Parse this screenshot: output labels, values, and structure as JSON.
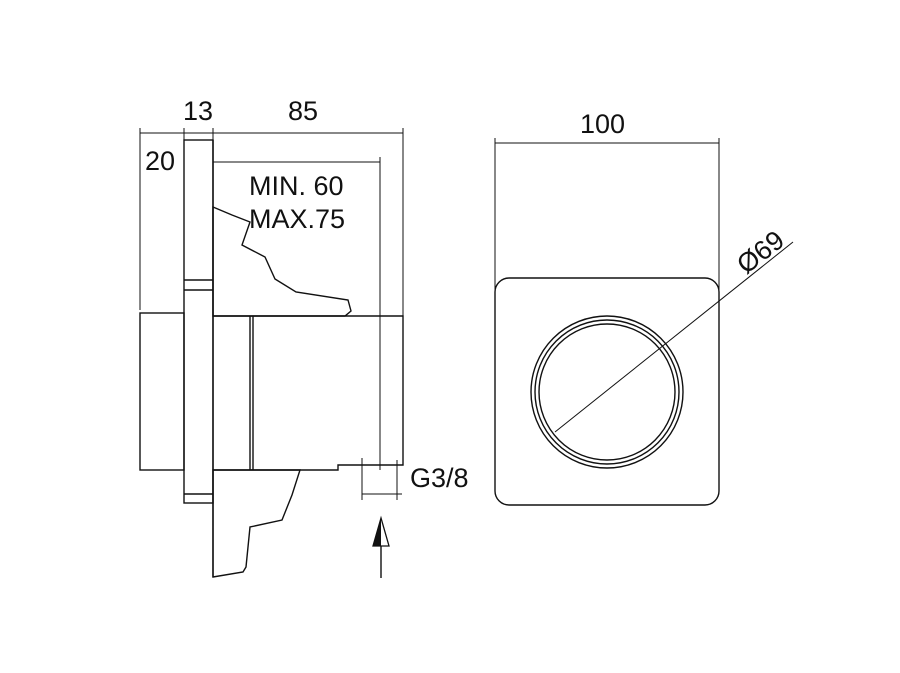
{
  "side_view": {
    "dim_20": "20",
    "dim_13": "13",
    "dim_85": "85",
    "dim_min": "MIN. 60",
    "dim_max": "MAX.75",
    "thread": "G3/8"
  },
  "front_view": {
    "dim_width": "100",
    "dim_diameter": "Ø69"
  },
  "colors": {
    "line": "#111111",
    "background": "#ffffff"
  }
}
